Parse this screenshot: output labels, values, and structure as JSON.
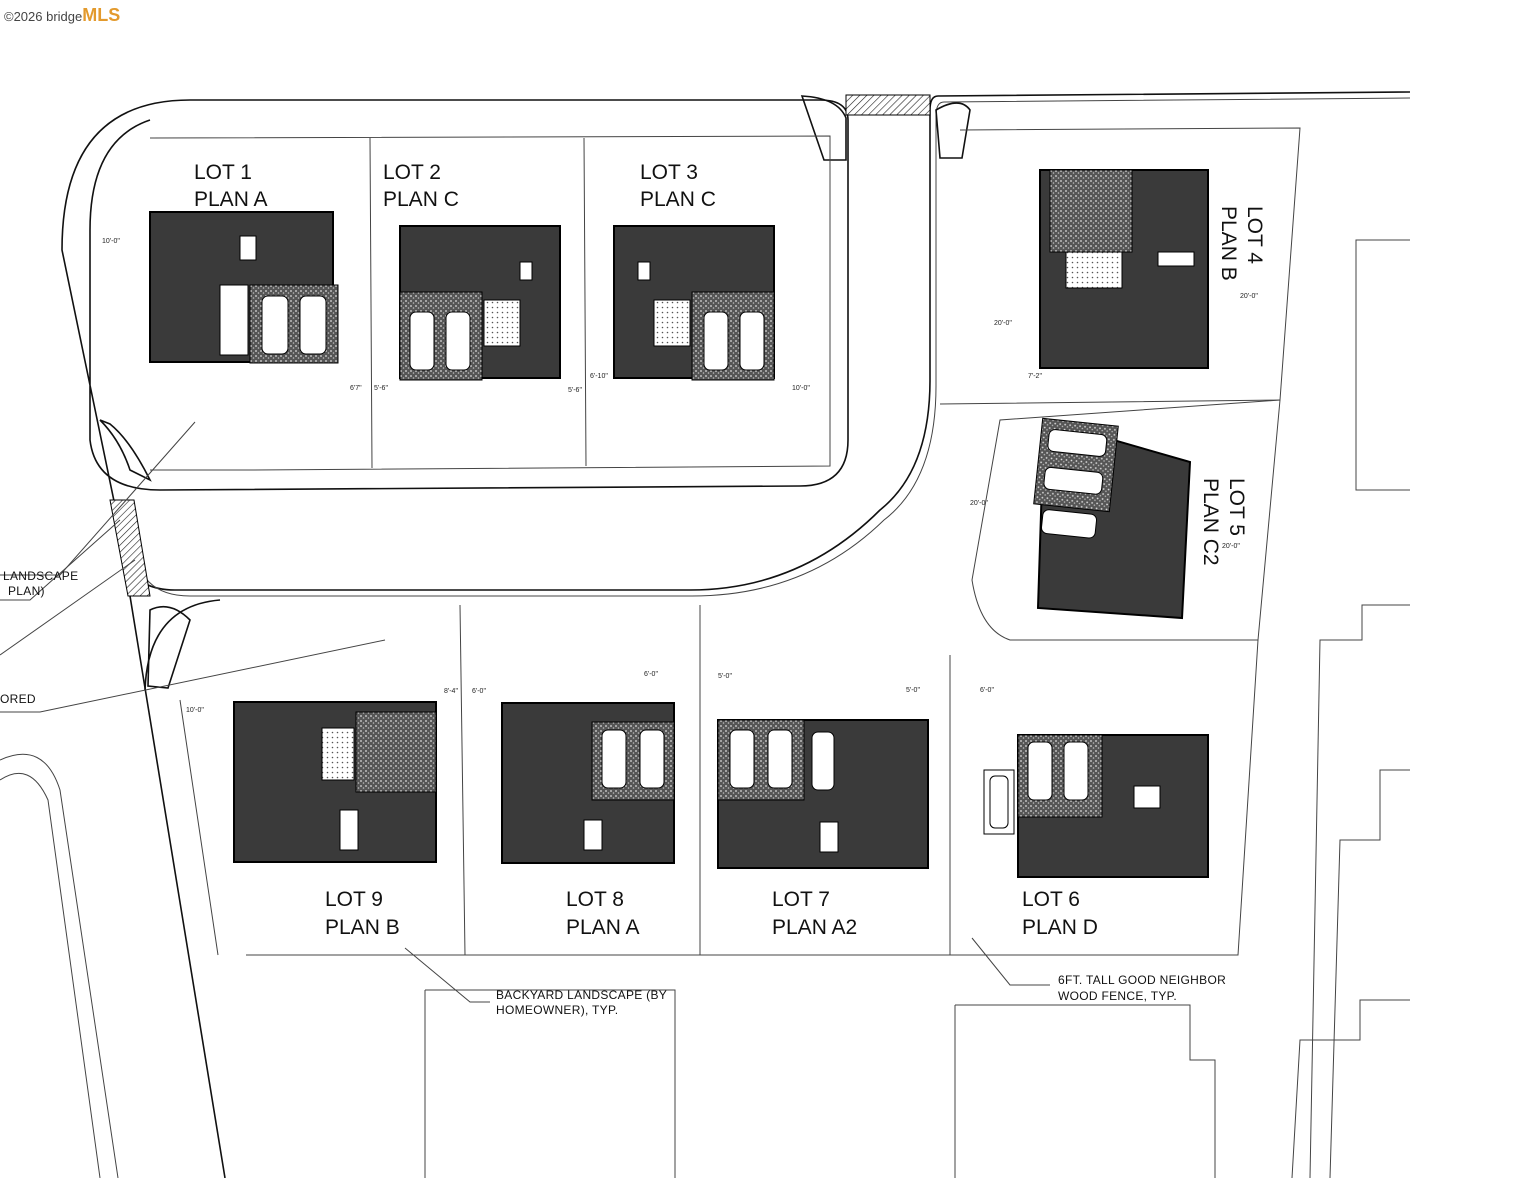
{
  "watermark": {
    "prefix": "©2026 bridge",
    "brand": "MLS"
  },
  "lots": [
    {
      "lot": "LOT 1",
      "plan": "PLAN A"
    },
    {
      "lot": "LOT 2",
      "plan": "PLAN C"
    },
    {
      "lot": "LOT 3",
      "plan": "PLAN C"
    },
    {
      "lot": "LOT 4",
      "plan": "PLAN B"
    },
    {
      "lot": "LOT 5",
      "plan": "PLAN C2"
    },
    {
      "lot": "LOT 6",
      "plan": "PLAN D"
    },
    {
      "lot": "LOT 7",
      "plan": "PLAN A2"
    },
    {
      "lot": "LOT 8",
      "plan": "PLAN A"
    },
    {
      "lot": "LOT 9",
      "plan": "PLAN B"
    }
  ],
  "notes": {
    "landscape_left": [
      "LANDSCAPE",
      "PLAN)"
    ],
    "stored_left": "ORED",
    "backyard": [
      "BACKYARD LANDSCAPE (BY",
      "HOMEOWNER), TYP."
    ],
    "fence": [
      "6FT. TALL GOOD NEIGHBOR",
      "WOOD FENCE, TYP."
    ]
  },
  "dimensions": {
    "d_10_0": "10'-0\"",
    "d_20_0": "20'-0\"",
    "d_6_7": "6'7\"",
    "d_5_6": "5'-6\"",
    "d_6_10": "6'-10\"",
    "d_6_0": "6'-0\"",
    "d_5_0": "5'-0\"",
    "d_8_4": "8'-4\"",
    "d_7_2": "7'-2\""
  }
}
